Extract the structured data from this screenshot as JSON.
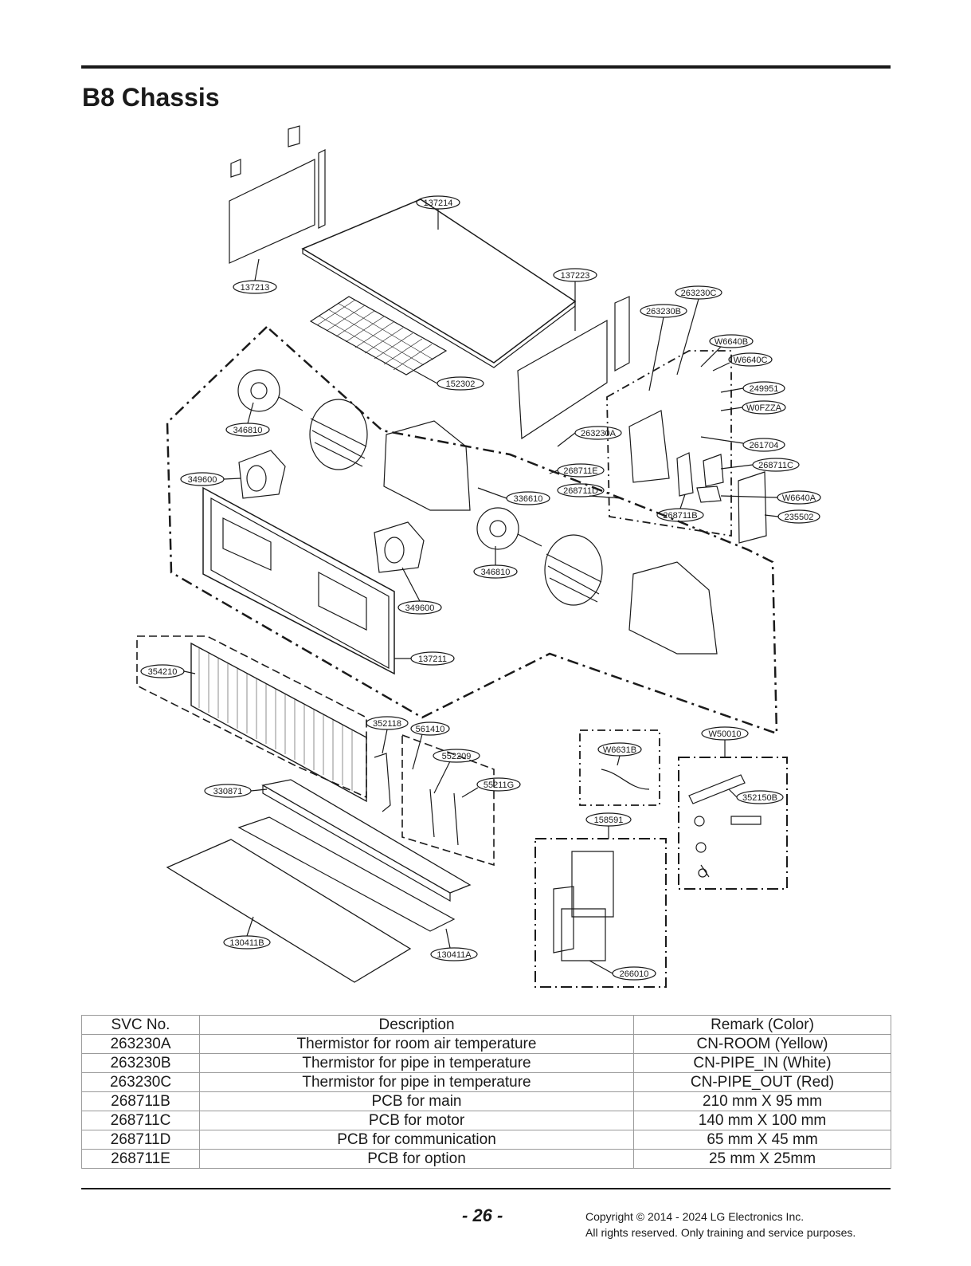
{
  "page": {
    "title": "B8 Chassis",
    "page_number": "- 26 -",
    "copyright_line1": "Copyright © 2014 - 2024 LG Electronics Inc.",
    "copyright_line2": "All rights reserved. Only training and service purposes."
  },
  "diagram": {
    "callouts": [
      "137214",
      "137213",
      "137223",
      "263230C",
      "263230B",
      "W6640B",
      "W6640C",
      "152302",
      "249951",
      "W0FZZA",
      "346810",
      "263230A",
      "261704",
      "268711E",
      "268711C",
      "349600",
      "336610",
      "268711D",
      "W6640A",
      "268711B",
      "235502",
      "346810",
      "349600",
      "137211",
      "354210",
      "352118",
      "561410",
      "W50010",
      "552209",
      "W6631B",
      "55211G",
      "330871",
      "352150B",
      "158591",
      "130411B",
      "130411A",
      "266010"
    ]
  },
  "table": {
    "headers": [
      "SVC No.",
      "Description",
      "Remark (Color)"
    ],
    "rows": [
      [
        "263230A",
        "Thermistor for room air temperature",
        "CN-ROOM (Yellow)"
      ],
      [
        "263230B",
        "Thermistor for pipe in temperature",
        "CN-PIPE_IN (White)"
      ],
      [
        "263230C",
        "Thermistor for pipe in temperature",
        "CN-PIPE_OUT (Red)"
      ],
      [
        "268711B",
        "PCB for main",
        "210 mm X 95 mm"
      ],
      [
        "268711C",
        "PCB for motor",
        "140 mm X 100 mm"
      ],
      [
        "268711D",
        "PCB for communication",
        "65 mm X 45 mm"
      ],
      [
        "268711E",
        "PCB for option",
        "25 mm X 25mm"
      ]
    ]
  }
}
